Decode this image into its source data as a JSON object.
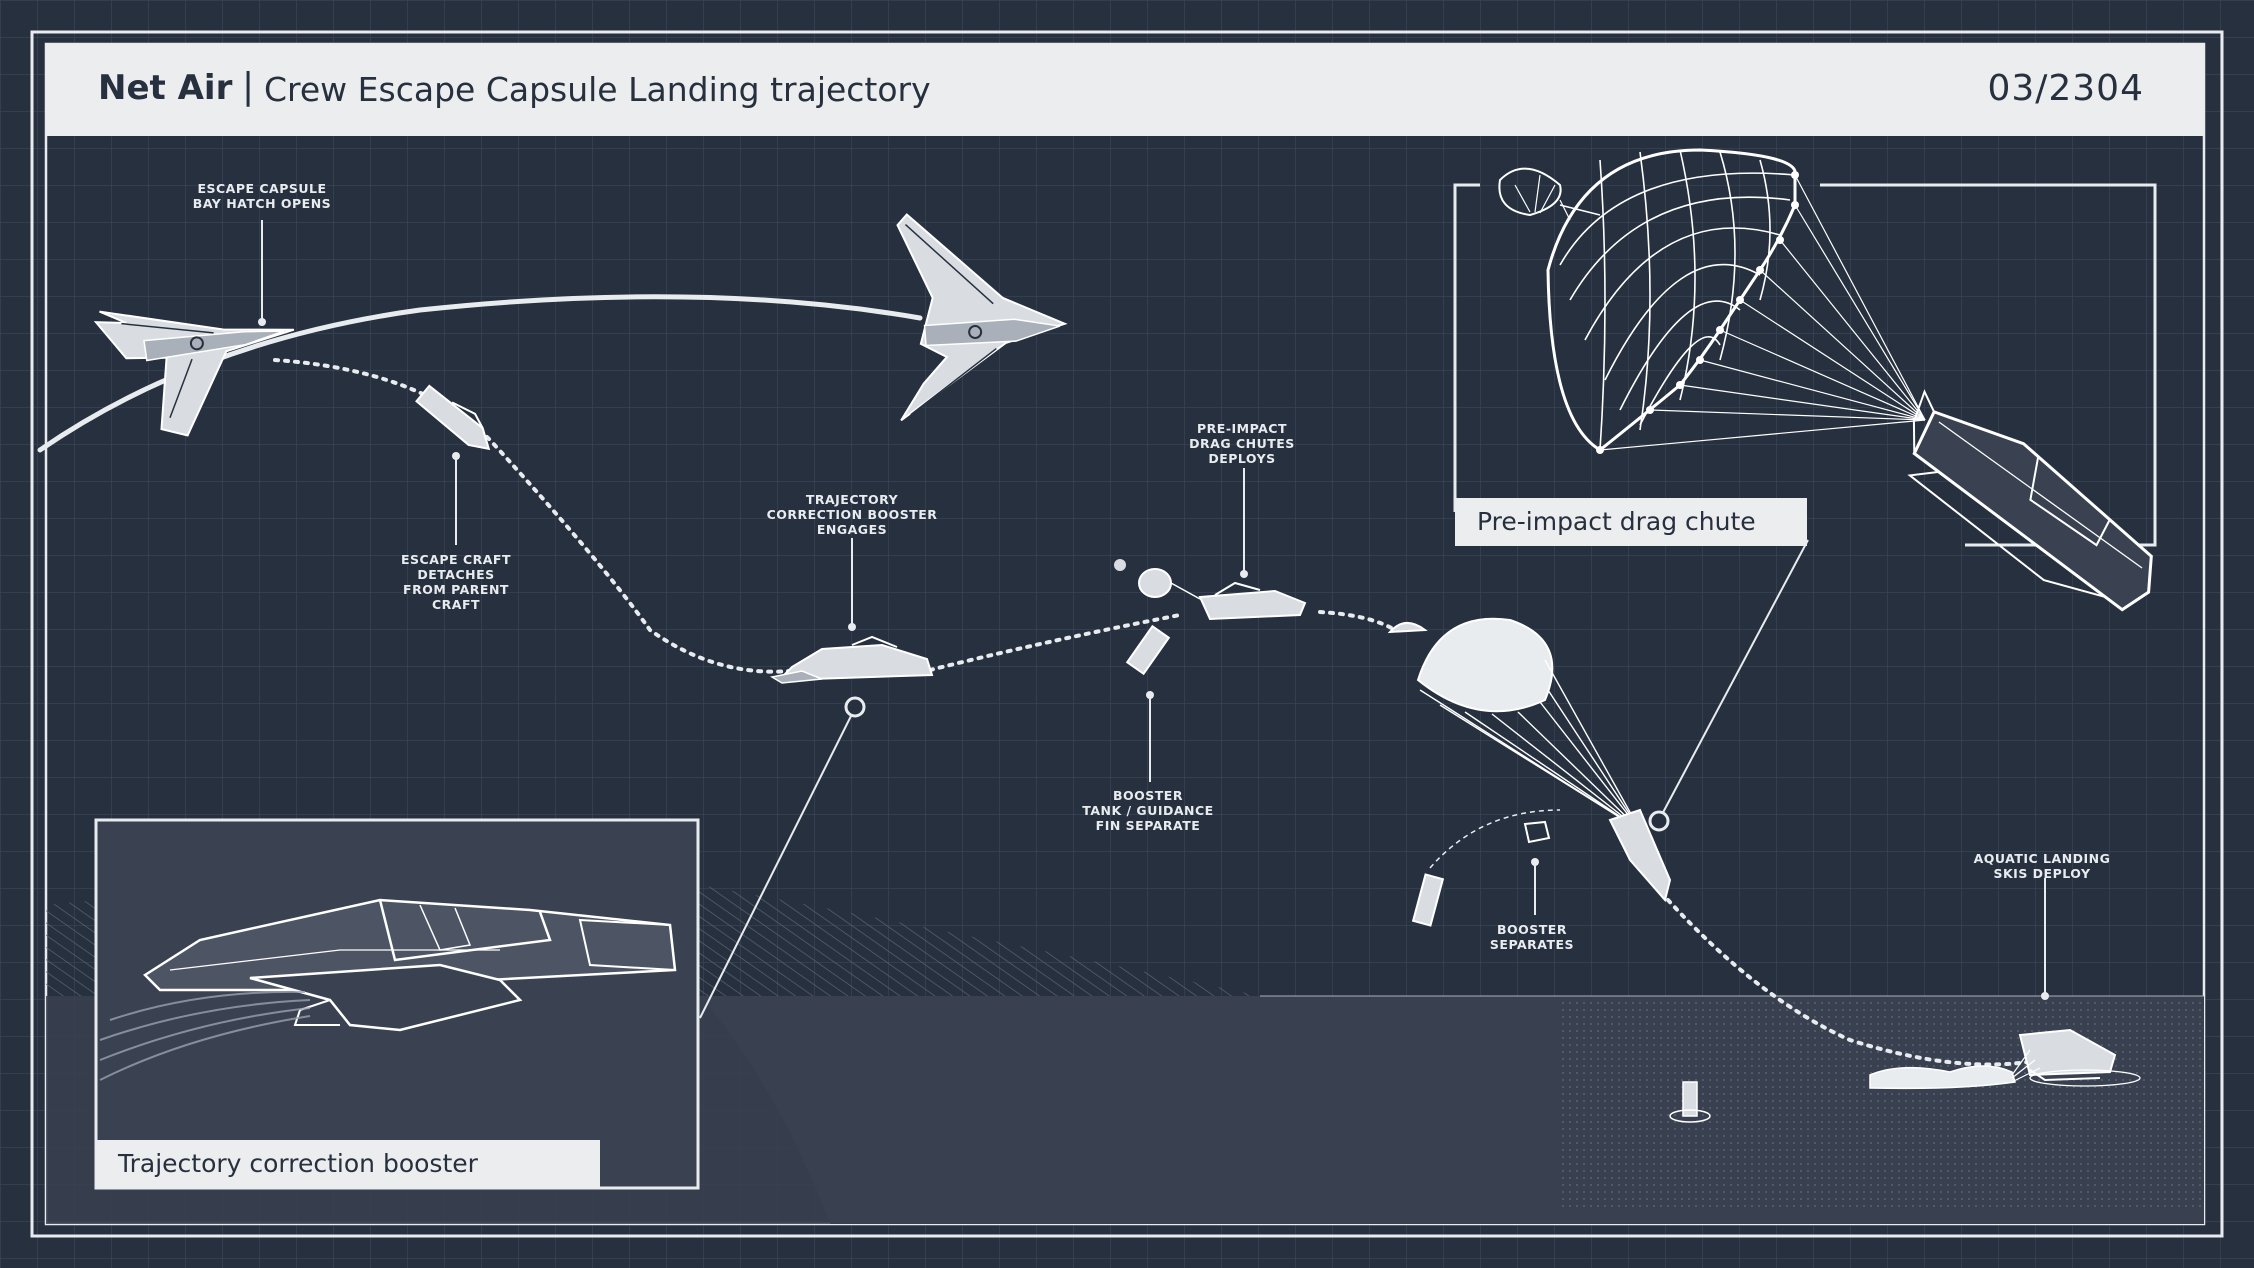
{
  "header": {
    "brand": "Net Air",
    "separator": "|",
    "title": "Crew Escape Capsule Landing trajectory",
    "code": "03/2304"
  },
  "annotations": {
    "hatch_opens": "ESCAPE CAPSULE\nBAY HATCH OPENS",
    "detaches": "ESCAPE CRAFT\nDETACHES\nFROM PARENT\nCRAFT",
    "booster_engages": "TRAJECTORY\nCORRECTION BOOSTER\nENGAGES",
    "drag_chutes": "PRE-IMPACT\nDRAG CHUTES\nDEPLOYS",
    "booster_tank": "BOOSTER\nTANK / GUIDANCE\nFIN SEPARATE",
    "booster_separates": "BOOSTER\nSEPARATES",
    "skis_deploy": "AQUATIC LANDING\nSKIS DEPLOY"
  },
  "insets": {
    "booster_caption": "Trajectory correction booster",
    "chute_caption": "Pre-impact drag chute"
  },
  "colors": {
    "background": "#27303f",
    "line": "#e9ecef",
    "header_bg": "#ecedee",
    "water": "#3a4252"
  }
}
